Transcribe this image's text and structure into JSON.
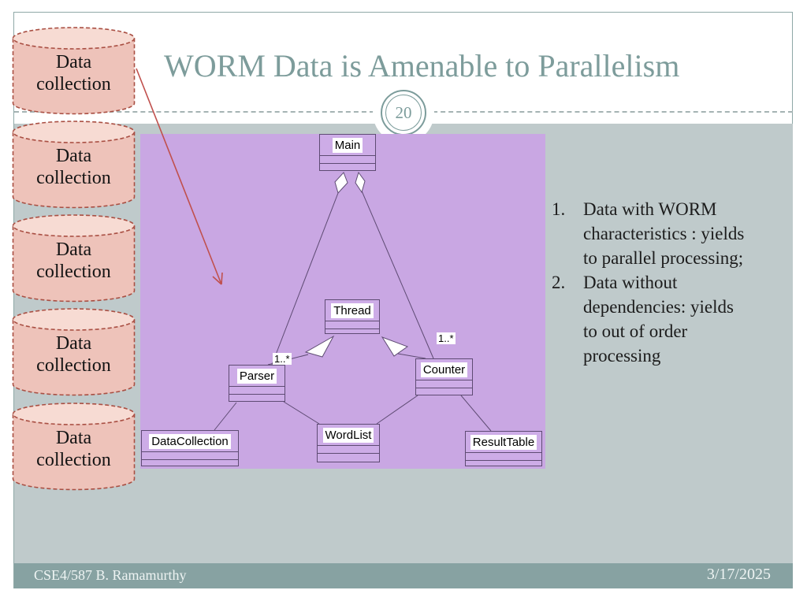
{
  "slide": {
    "title": "WORM Data is Amenable to Parallelism",
    "page_number": "20",
    "footer_left": "CSE4/587 B. Ramamurthy",
    "footer_right": "3/17/2025"
  },
  "cylinders": {
    "items": [
      {
        "label": "Data collection"
      },
      {
        "label": "Data collection"
      },
      {
        "label": "Data collection"
      },
      {
        "label": "Data collection"
      },
      {
        "label": "Data collection"
      }
    ]
  },
  "diagram": {
    "classes": [
      {
        "id": "main",
        "label": "Main"
      },
      {
        "id": "thread",
        "label": "Thread"
      },
      {
        "id": "parser",
        "label": "Parser"
      },
      {
        "id": "counter",
        "label": "Counter"
      },
      {
        "id": "datacollection",
        "label": "DataCollection"
      },
      {
        "id": "wordlist",
        "label": "WordList"
      },
      {
        "id": "resulttable",
        "label": "ResultTable"
      }
    ],
    "multiplicities": [
      {
        "label": "1..*"
      },
      {
        "label": "1..*"
      }
    ],
    "edges": [
      {
        "from": "Main",
        "to": "Parser",
        "type": "aggregation",
        "multiplicity": "1..*"
      },
      {
        "from": "Main",
        "to": "Counter",
        "type": "aggregation",
        "multiplicity": "1..*"
      },
      {
        "from": "Parser",
        "to": "Thread",
        "type": "generalization"
      },
      {
        "from": "Counter",
        "to": "Thread",
        "type": "generalization"
      },
      {
        "from": "Parser",
        "to": "DataCollection",
        "type": "association"
      },
      {
        "from": "Parser",
        "to": "WordList",
        "type": "association"
      },
      {
        "from": "Counter",
        "to": "WordList",
        "type": "association"
      },
      {
        "from": "Counter",
        "to": "ResultTable",
        "type": "association"
      }
    ]
  },
  "notes": {
    "items": [
      {
        "number": "1.",
        "text": "Data with WORM characteristics : yields to parallel processing;",
        "lines": [
          "Data with WORM",
          "characteristics : yields",
          "to parallel processing;"
        ]
      },
      {
        "number": "2.",
        "text": "Data without dependencies: yields to out of order processing",
        "lines": [
          "Data without",
          "dependencies: yields",
          "to out of order",
          "processing"
        ]
      }
    ]
  },
  "colors": {
    "accent_teal": "#7d9c9b",
    "content_background": "#bfcacb",
    "footer_band": "#87a2a2",
    "diagram_background": "#c9a7e3",
    "uml_border": "#5e4b73",
    "cylinder_fill": "#eec3ba",
    "cylinder_top_fill": "#f7dbd3",
    "cylinder_border": "#a94f43",
    "arrow_red": "#c0504d",
    "text_dark": "#1c1c1c"
  }
}
